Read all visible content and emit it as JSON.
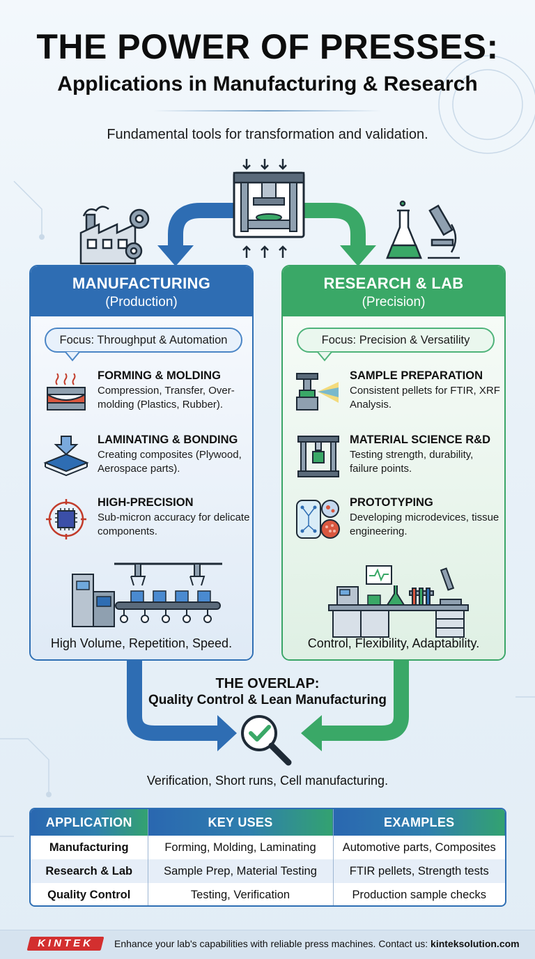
{
  "header": {
    "title": "THE POWER OF PRESSES:",
    "subtitle": "Applications in Manufacturing & Research",
    "tagline": "Fundamental tools for transformation and validation."
  },
  "manufacturing": {
    "title": "MANUFACTURING",
    "subtitle": "(Production)",
    "focus": "Focus: Throughput & Automation",
    "items": [
      {
        "heading": "FORMING & MOLDING",
        "desc": "Compression, Transfer, Over-molding (Plastics, Rubber).",
        "icon": "molding-press-icon"
      },
      {
        "heading": "LAMINATING & BONDING",
        "desc": "Creating composites (Plywood, Aerospace parts).",
        "icon": "layers-icon"
      },
      {
        "heading": "HIGH-PRECISION",
        "desc": "Sub-micron accuracy for delicate components.",
        "icon": "chip-icon"
      }
    ],
    "footer": "High Volume, Repetition, Speed."
  },
  "research": {
    "title": "RESEARCH & LAB",
    "subtitle": "(Precision)",
    "focus": "Focus: Precision & Versatility",
    "items": [
      {
        "heading": "SAMPLE PREPARATION",
        "desc": "Consistent pellets for FTIR, XRF Analysis.",
        "icon": "spectrometer-icon"
      },
      {
        "heading": "MATERIAL SCIENCE R&D",
        "desc": "Testing strength, durability, failure points.",
        "icon": "test-frame-icon"
      },
      {
        "heading": "PROTOTYPING",
        "desc": "Developing microdevices, tissue engineering.",
        "icon": "microdevice-icon"
      }
    ],
    "footer": "Control, Flexibility, Adaptability."
  },
  "overlap": {
    "title": "THE OVERLAP:",
    "subtitle": "Quality Control & Lean Manufacturing",
    "footer": "Verification, Short runs, Cell manufacturing."
  },
  "table": {
    "headers": [
      "APPLICATION",
      "KEY USES",
      "EXAMPLES"
    ],
    "rows": [
      [
        "Manufacturing",
        "Forming, Molding, Laminating",
        "Automotive parts, Composites"
      ],
      [
        "Research & Lab",
        "Sample Prep, Material Testing",
        "FTIR pellets, Strength tests"
      ],
      [
        "Quality Control",
        "Testing, Verification",
        "Production sample checks"
      ]
    ]
  },
  "footer": {
    "logo": "KINTEK",
    "text": "Enhance your lab's capabilities with reliable press machines. Contact us:",
    "link": "kinteksolution.com"
  },
  "colors": {
    "manufacturing_blue": "#2e6db3",
    "research_green": "#3aa867",
    "logo_red": "#d32f2f"
  }
}
